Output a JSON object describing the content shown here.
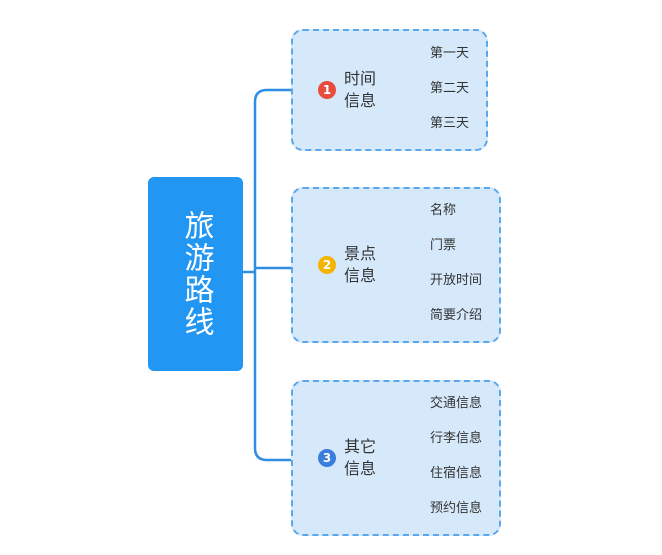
{
  "root": {
    "title": "旅游路线"
  },
  "groups": [
    {
      "index": "1",
      "color": "#e74c3c",
      "label": "时间信息",
      "items": [
        "第一天",
        "第二天",
        "第三天"
      ]
    },
    {
      "index": "2",
      "color": "#f5b400",
      "label": "景点信息",
      "items": [
        "名称",
        "门票",
        "开放时间",
        "简要介绍"
      ]
    },
    {
      "index": "3",
      "color": "#3b7ddd",
      "label": "其它信息",
      "items": [
        "交通信息",
        "行李信息",
        "住宿信息",
        "预约信息"
      ]
    }
  ],
  "colors": {
    "line": "#2f8de4",
    "root_fill": "#2196f3",
    "box_fill": "#d6e9fb",
    "box_border": "#5aa7ec"
  }
}
